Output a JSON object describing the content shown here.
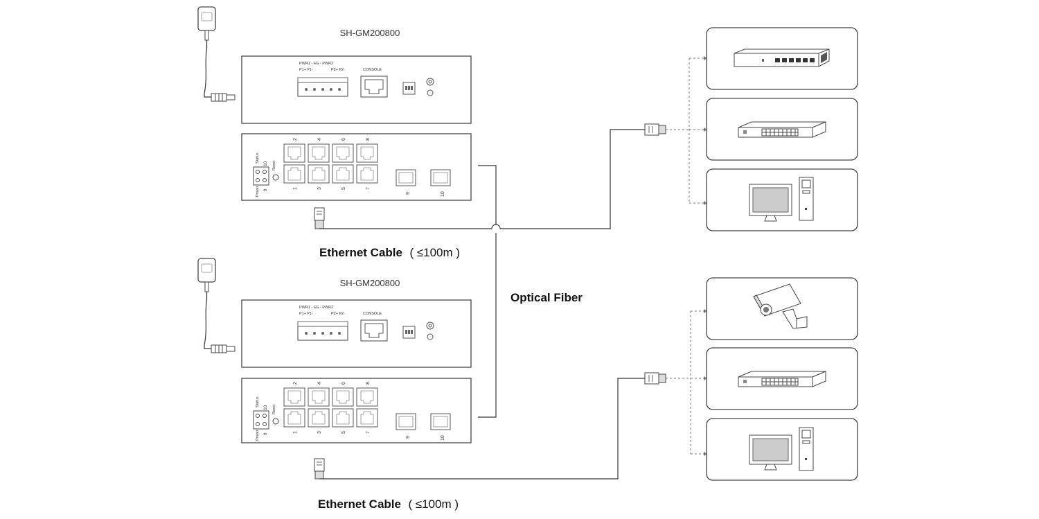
{
  "units": [
    {
      "model": "SH-GM200800",
      "power_labels": {
        "top": "PWR1 - FG - PWR2",
        "bottom_left": "P1+ P1-",
        "bottom_right": "P2+ P2-"
      },
      "console_label": "CONSOLE",
      "led_labels": [
        "Status",
        "10",
        "9",
        "Power",
        "Reset"
      ],
      "port_numbers_top": [
        "2",
        "4",
        "6",
        "8"
      ],
      "port_numbers_bottom": [
        "1",
        "3",
        "5",
        "7"
      ],
      "sfp_numbers": [
        "9",
        "10"
      ],
      "cable_label": "Ethernet Cable",
      "cable_spec": "( ≤100m )"
    },
    {
      "model": "SH-GM200800",
      "power_labels": {
        "top": "PWR1 - FG - PWR2",
        "bottom_left": "P1+ P1-",
        "bottom_right": "P2+ P2-"
      },
      "console_label": "CONSOLE",
      "led_labels": [
        "Status",
        "10",
        "9",
        "Power",
        "Reset"
      ],
      "port_numbers_top": [
        "2",
        "4",
        "6",
        "8"
      ],
      "port_numbers_bottom": [
        "1",
        "3",
        "5",
        "7"
      ],
      "sfp_numbers": [
        "9",
        "10"
      ],
      "cable_label": "Ethernet Cable",
      "cable_spec": "( ≤100m )"
    }
  ],
  "fiber_label": "Optical Fiber",
  "device_groups": [
    {
      "devices": [
        {
          "icon": "router-icon"
        },
        {
          "icon": "network-switch-icon"
        },
        {
          "icon": "desktop-computer-icon"
        }
      ]
    },
    {
      "devices": [
        {
          "icon": "cctv-camera-icon"
        },
        {
          "icon": "network-switch-icon"
        },
        {
          "icon": "desktop-computer-icon"
        }
      ]
    }
  ],
  "colors": {
    "line": "#333333",
    "dash": "#777777",
    "box_border": "#444444"
  }
}
